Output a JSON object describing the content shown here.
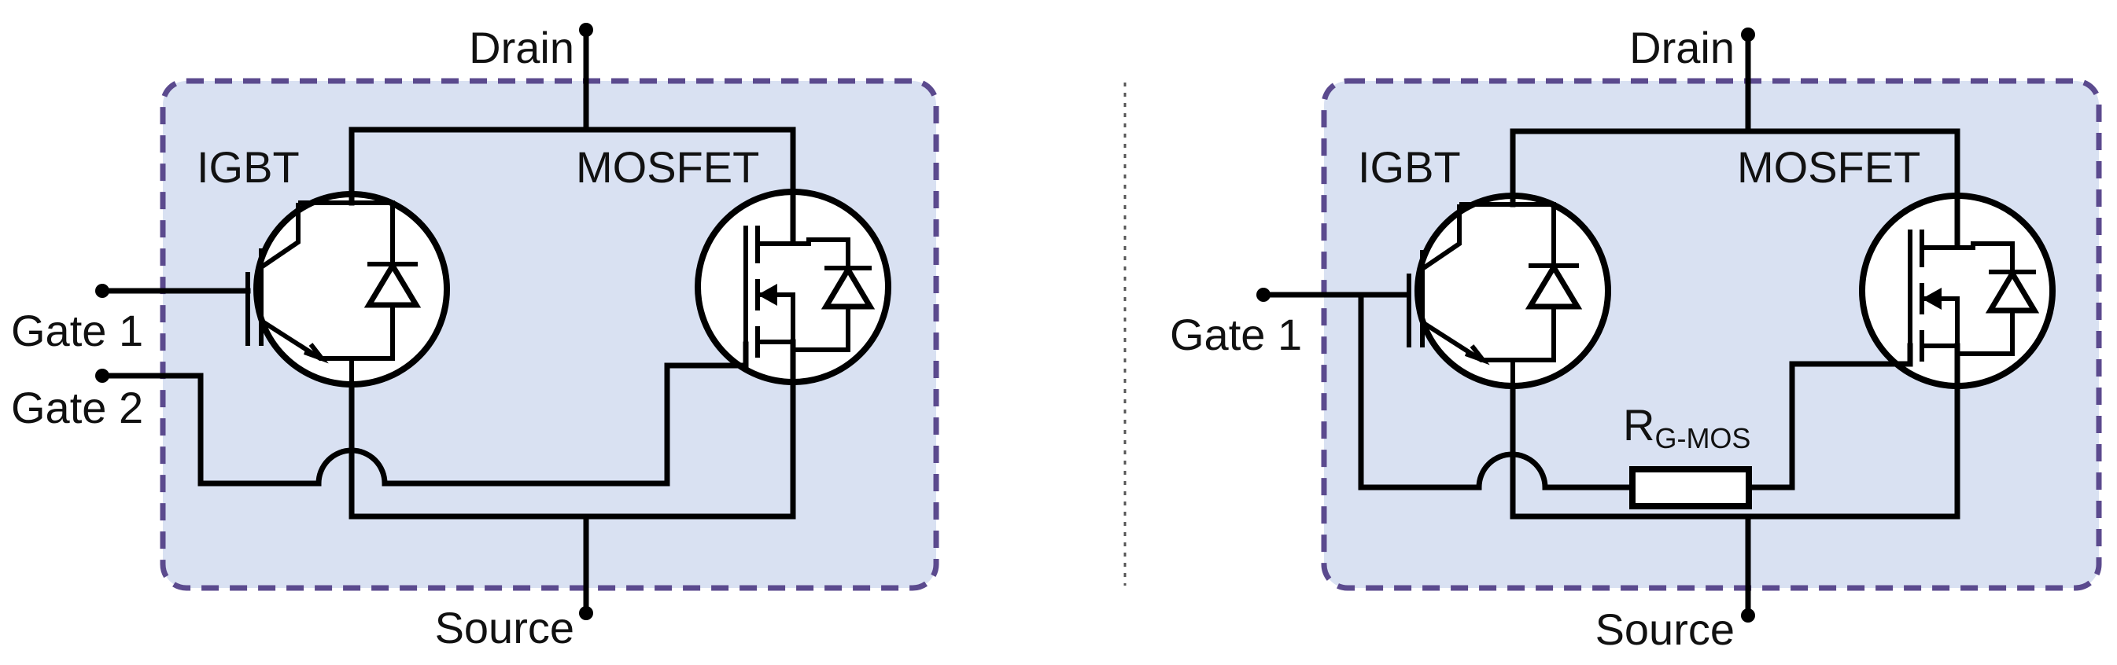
{
  "colors": {
    "module_fill": "#d9e1f2",
    "module_border": "#5b4a8e",
    "wire": "#000000",
    "separator": "#555555"
  },
  "left_circuit": {
    "drain_label": "Drain",
    "source_label": "Source",
    "igbt_label": "IGBT",
    "mosfet_label": "MOSFET",
    "gate1_label": "Gate 1",
    "gate2_label": "Gate 2"
  },
  "right_circuit": {
    "drain_label": "Drain",
    "source_label": "Source",
    "igbt_label": "IGBT",
    "mosfet_label": "MOSFET",
    "gate1_label": "Gate 1",
    "resistor_label_main": "R",
    "resistor_label_sub": "G-MOS"
  }
}
